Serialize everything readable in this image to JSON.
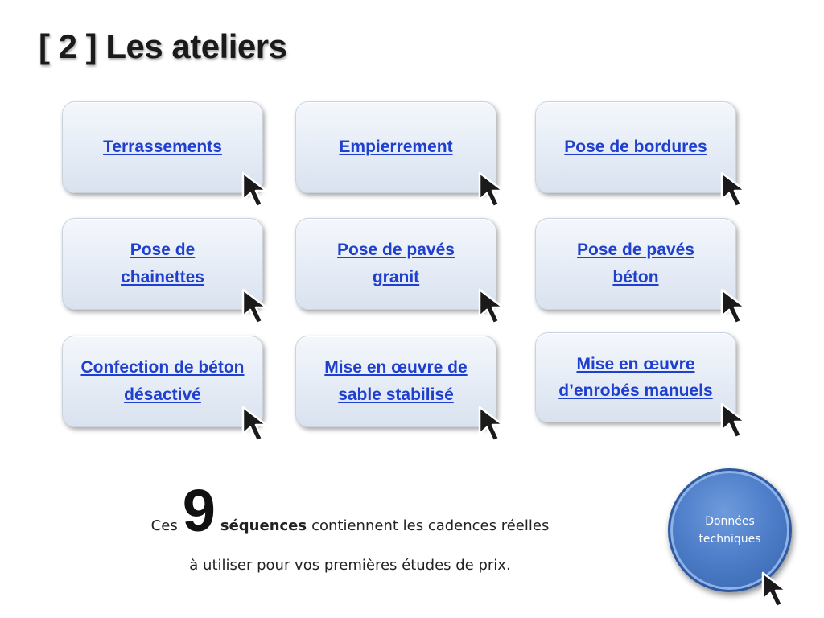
{
  "title": "[ 2 ] Les ateliers",
  "ateliers": [
    {
      "label": "Terrassements"
    },
    {
      "label": "Empierrement"
    },
    {
      "label": "Pose de bordures"
    },
    {
      "label": "Pose de chainettes"
    },
    {
      "label": "Pose de pavés granit"
    },
    {
      "label": "Pose de pavés béton"
    },
    {
      "label": "Confection de béton désactivé"
    },
    {
      "label": "Mise en œuvre de sable stabilisé"
    },
    {
      "label": "Mise en œuvre d’enrobés manuels"
    }
  ],
  "footer": {
    "prefix": "Ces",
    "count": "9",
    "bold_word": "séquences",
    "line1_rest": "contiennent les cadences réelles",
    "line2": "à utiliser pour vos premières études de prix."
  },
  "technical_button": {
    "label": "Données techniques"
  },
  "icons": {
    "cursor": "mouse-pointer-icon"
  },
  "colors": {
    "link": "#1f3fcf",
    "card_bg": "#e8eef7",
    "circle": "#4f7fca"
  }
}
